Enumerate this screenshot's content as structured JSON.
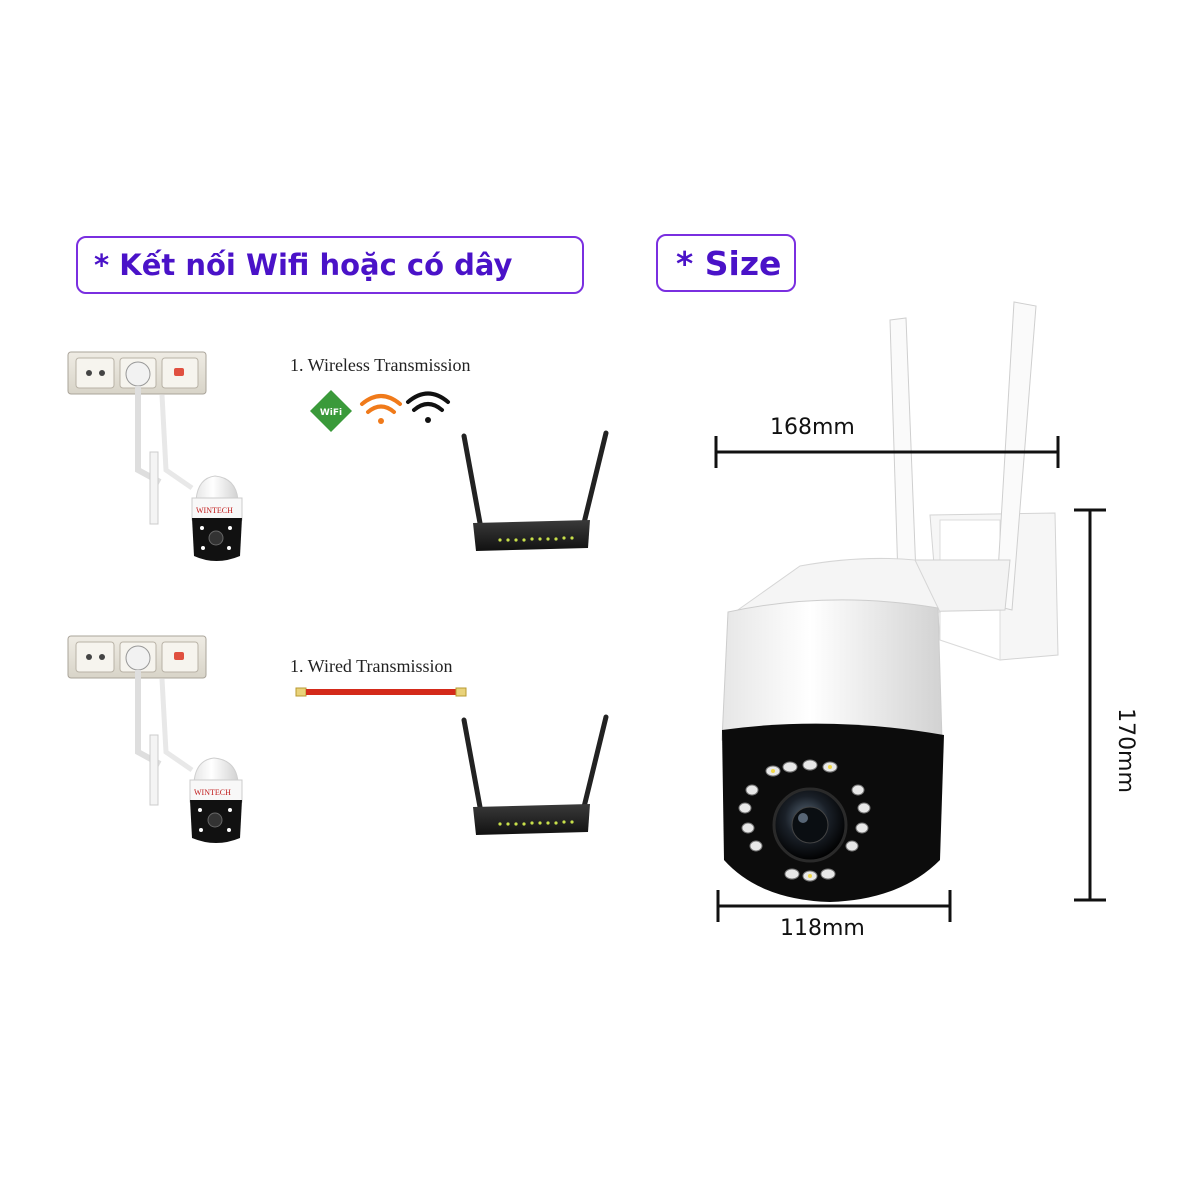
{
  "headings": {
    "connect": "* Kết nối Wifi hoặc có dây",
    "size": "* Size"
  },
  "transmission": {
    "wireless": "1. Wireless Transmission",
    "wired": "1. Wired Transmission",
    "wifi_badge": "WiFi",
    "brand": "WINTECH"
  },
  "dimensions": {
    "width": "168mm",
    "bottom": "118mm",
    "height": "170mm"
  },
  "colors": {
    "heading_border": "#7a2fe0",
    "heading_text": "#4a12c8",
    "wifi_green": "#3a9a3a",
    "wifi_orange": "#f07a1a",
    "cable_red": "#d42a1a"
  }
}
